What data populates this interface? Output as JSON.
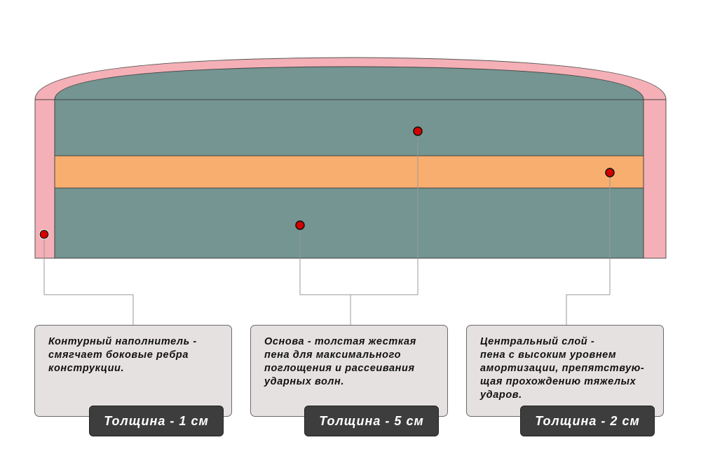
{
  "colors": {
    "contour": "#f4b0b6",
    "base": "#749591",
    "center": "#f7ae6e",
    "marker": "#d40000",
    "box": "#e6e1e1",
    "badge": "#3e3d3e"
  },
  "callouts": [
    {
      "lines": [
        "Контурный наполнитель -",
        "смягчает боковые ребра",
        "конструкции."
      ],
      "thickness": "Толщина - 1 см"
    },
    {
      "lines": [
        "Основа - толстая жесткая",
        "пена для максимального",
        "поглощения и рассеивания",
        "ударных волн."
      ],
      "thickness": "Толщина - 5 см"
    },
    {
      "lines": [
        "Центральный слой -",
        "пена с высоким уровнем",
        "амортизации, препятствую-",
        "щая прохождению тяжелых",
        "ударов."
      ],
      "thickness": "Толщина - 2 см"
    }
  ]
}
